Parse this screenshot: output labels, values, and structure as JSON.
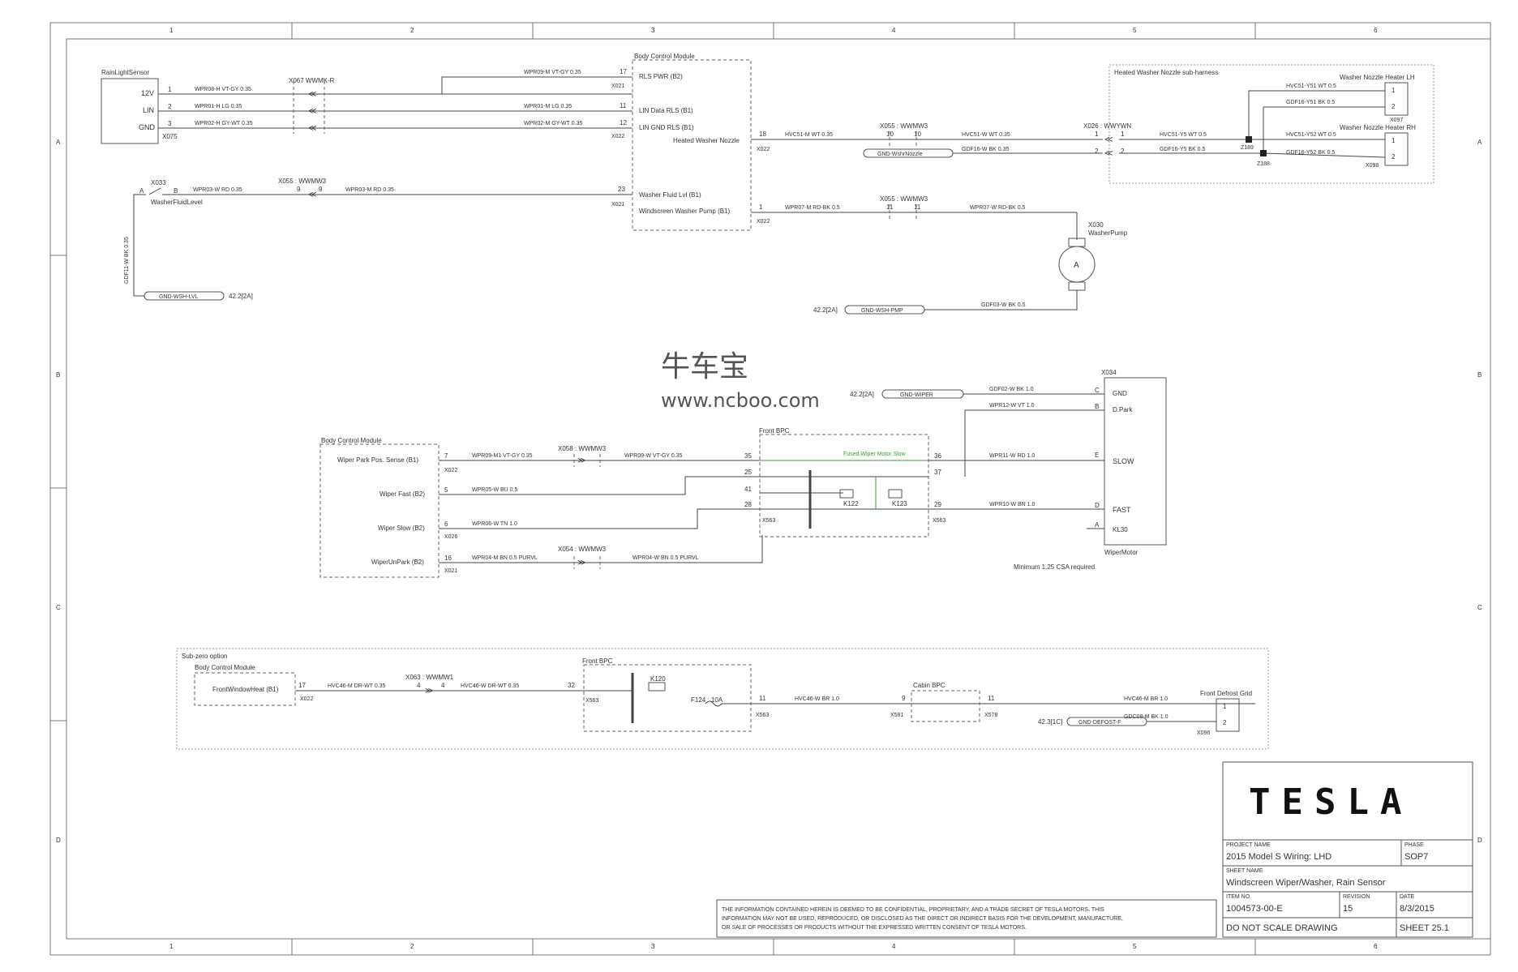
{
  "grid": {
    "cols": [
      "1",
      "2",
      "3",
      "4",
      "5",
      "6"
    ],
    "rows": [
      "A",
      "B",
      "C",
      "D"
    ]
  },
  "watermark": {
    "cn": "牛车宝",
    "url": "www.ncboo.com"
  },
  "sec1": {
    "rls": {
      "title": "RainLightSensor",
      "pins": [
        "12V",
        "LIN",
        "GND"
      ],
      "nums": [
        "1",
        "2",
        "3"
      ],
      "conn": "X075"
    },
    "x067": "X067 WWMK-R",
    "wires": [
      "WPR08-H VT-GY 0.35",
      "WPR01-H LG 0.35",
      "WPR02-H GY-WT 0.35"
    ],
    "wires_b": [
      "WPR09-M VT-GY 0.35",
      "WPR01-M LG 0.35",
      "WPR02-M GY-WT 0.35"
    ],
    "bcm_pins": [
      "17",
      "11",
      "12"
    ],
    "bcm": {
      "title": "Body Control Module",
      "lines": [
        "RLS PWR (B2)",
        "LIN Data RLS (B1)",
        "LIN GND RLS (B1)",
        "Heated Washer Nozzle",
        "Washer Fluid Lvl (B1)",
        "Windscreen Washer Pump (B1)"
      ],
      "conns": [
        "X021",
        "X022",
        "X022",
        "X021",
        "X022"
      ]
    },
    "fluid": {
      "a": "A",
      "b": "B",
      "conn": "X033",
      "label": "WasherFluidLevel",
      "wire1": "WPR03-W RD 0.35",
      "x055": "X055 : WWMW3",
      "pins": [
        "9",
        "9"
      ],
      "wire2": "WPR03-M RD 0.35",
      "pin23": "23",
      "gnd_wire": "GDF11-W BK 0.35",
      "gnd_label": "GND-WSH-LVL",
      "gnd_ref": "42.2[2A]"
    },
    "nozzle": {
      "pin": "18",
      "wire": "HVC51-M WT 0.35",
      "x055": "X055 : WWMW3",
      "p": [
        "10",
        "10"
      ],
      "wire2": "HVC51-W WT 0.35",
      "x026": "X026 : WWYWN",
      "gnd_label": "GND-WshrNozzle",
      "gnd_wire": "GDF16-W BK 0.35",
      "p2": [
        "1",
        "1",
        "2",
        "2"
      ]
    },
    "heated": {
      "title": "Heated Washer Nozzle sub-harness",
      "lh": "Washer Nozzle Heater LH",
      "rh": "Washer Nozzle Heater RH",
      "w": [
        "HVC51-Y51 WT 0.5",
        "GDF16-Y51 BK 0.5",
        "HVC51-Y52 WT 0.5",
        "GDF16-Y52 BK 0.5",
        "HVC51-Y5 WT 0.5",
        "GDF16-Y5 BK 0.5"
      ],
      "z": [
        "Z189",
        "Z188"
      ],
      "x": [
        "X097",
        "X098"
      ],
      "pins": [
        "1",
        "2",
        "1",
        "2"
      ]
    },
    "pump": {
      "pin": "1",
      "wire": "WPR07-M RD-BK 0.5",
      "x055": "X055 : WWMW3",
      "p": [
        "11",
        "11"
      ],
      "wire2": "WPR07-W RD-BK 0.5",
      "conn": "X030",
      "label": "WasherPump",
      "motor": "A",
      "gnd_wire": "GDF03-W BK 0.5",
      "gnd_label": "GND-WSH-PMP",
      "gnd_ref": "42.2[2A]"
    }
  },
  "sec2": {
    "bcm": {
      "title": "Body Control Module",
      "lines": [
        "Wiper Park Pos. Sense (B1)",
        "Wiper Fast (B2)",
        "Wiper Slow (B2)",
        "WiperUnPark (B2)"
      ],
      "pins": [
        "7",
        "5",
        "6",
        "16"
      ],
      "conns": [
        "X022",
        "X026",
        "X021"
      ]
    },
    "wires": [
      "WPR09-M1 VT-GY 0.35",
      "WPR05-W BU 0.5",
      "WPR06-W TN 1.0",
      "WPR04-M BN 0.5 PURVL"
    ],
    "x058": "X058 : WWMW3",
    "x054": "X054 : WWMW3",
    "wires_b": [
      "WPR09-W VT-GY 0.35",
      "WPR04-W BN 0.5 PURVL"
    ],
    "fbc": {
      "title": "Front BPC",
      "pins": [
        "35",
        "25",
        "41",
        "28",
        "36",
        "37",
        "29"
      ],
      "relays": [
        "K122",
        "K123"
      ],
      "conn": "X563",
      "note": "Fused Wiper Motor Slow"
    },
    "motor": {
      "conn": "X034",
      "label": "WiperMotor",
      "pins": [
        "GND",
        "D.Park",
        "SLOW",
        "FAST",
        "KL30"
      ],
      "letters": [
        "C",
        "B",
        "E",
        "D",
        "A"
      ],
      "gnd_ref": "42.2[2A]",
      "gnd_label": "GND-WIPER",
      "gnd_wire": "GDF02-W BK 1.0",
      "wires": [
        "WPR12-W VT 1.0",
        "WPR11-W RD 1.0",
        "WPR10-W BN 1.0"
      ],
      "note": "Minimum 1.25 CSA required"
    }
  },
  "sec3": {
    "title": "Sub-zero option",
    "bcm": {
      "title": "Body Control Module",
      "line": "FrontWindowHeat (B1)",
      "pin": "17",
      "conn": "X022"
    },
    "wire1": "HVC46-M DR-WT 0.35",
    "x063": "X063 : WWMW1",
    "p": [
      "4",
      "4"
    ],
    "wire2": "HVC46-W DR-WT 0.35",
    "fbc": {
      "title": "Front BPC",
      "pins": [
        "32",
        "11"
      ],
      "relay": "K120",
      "fuse": "F124 : 10A",
      "conns": [
        "X563",
        "X563"
      ]
    },
    "wire3": "HVC46-W BR 1.0",
    "cabin": {
      "title": "Cabin BPC",
      "pins": [
        "9",
        "11"
      ],
      "conns": [
        "X581",
        "X578"
      ]
    },
    "wire4": "HVC46-M BR 1.0",
    "grid": {
      "title": "Front Defrost Grid",
      "pins": [
        "1",
        "2"
      ],
      "conn": "X096"
    },
    "gnd_ref": "42.3[1C]",
    "gnd_label": "GND-DEFOST-F",
    "gnd_wire": "GDC08-M BK 1.0"
  },
  "titleblock": {
    "logo": "TESLA",
    "project_lbl": "PROJECT NAME",
    "project": "2015 Model S Wiring: LHD",
    "phase_lbl": "PHASE",
    "phase": "SOP7",
    "sheet_lbl": "SHEET NAME",
    "sheet": "Windscreen Wiper/Washer, Rain Sensor",
    "item_lbl": "ITEM NO.",
    "item": "1004573-00-E",
    "rev_lbl": "REVISION",
    "rev": "15",
    "date_lbl": "DATE",
    "date": "8/3/2015",
    "dnsd": "DO NOT SCALE DRAWING",
    "sheet_no": "SHEET 25.1",
    "notice": [
      "THE INFORMATION CONTAINED HEREIN IS DEEMED TO BE CONFIDENTIAL, PROPRIETARY, AND A TRADE SECRET OF TESLA MOTORS. THIS",
      "INFORMATION MAY NOT BE USED, REPRODUCED, OR DISCLOSED AS THE DIRECT OR INDIRECT BASIS FOR THE DEVELOPMENT, MANUFACTURE,",
      "OR SALE OF PROCESSES OR PRODUCTS WITHOUT THE EXPRESSED WRITTEN CONSENT OF TESLA MOTORS."
    ]
  }
}
